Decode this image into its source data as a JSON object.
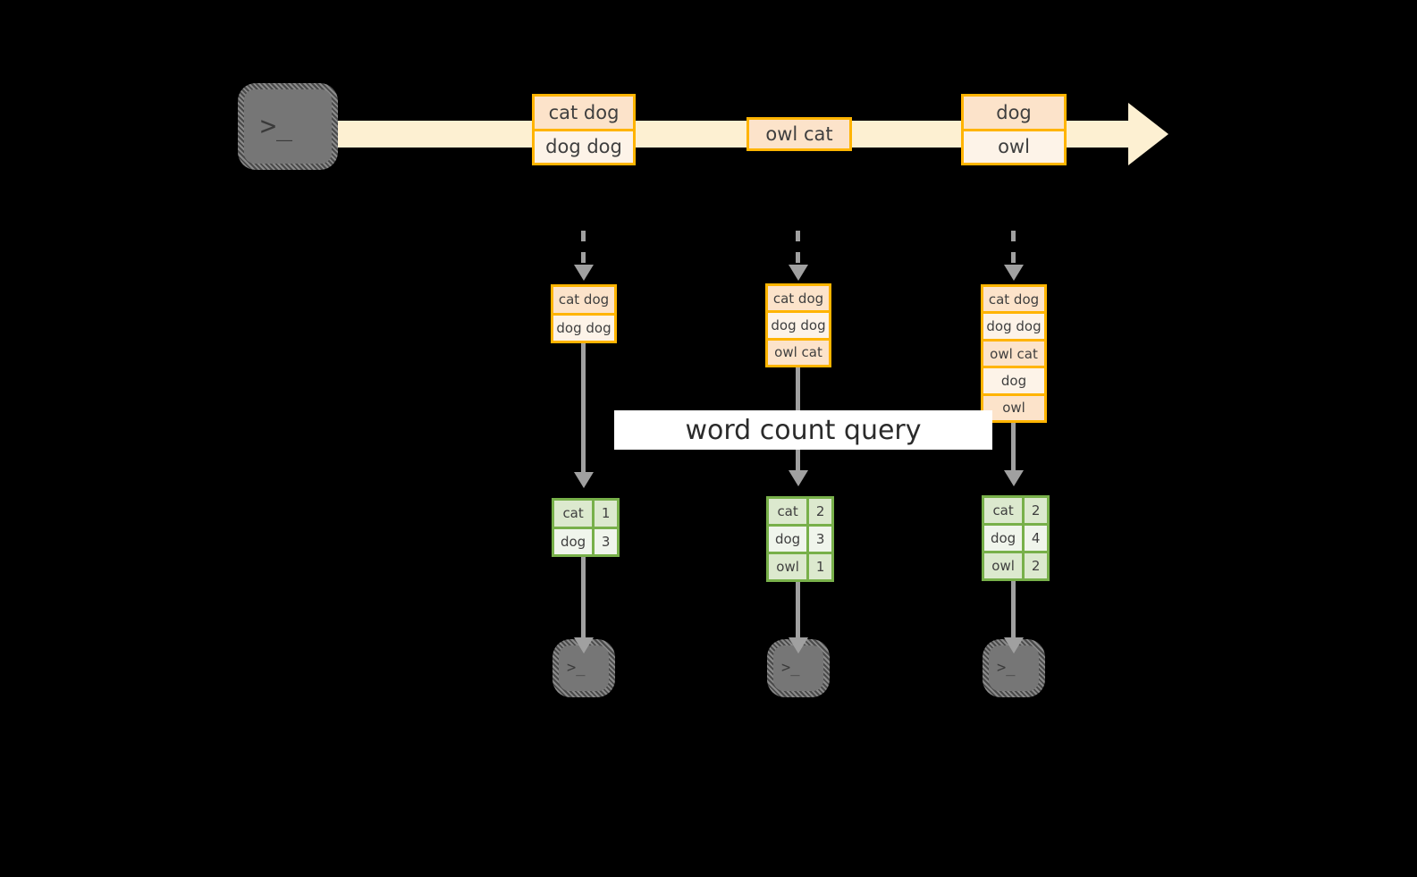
{
  "diagram": {
    "title_label": "word count query",
    "colors": {
      "background": "#000000",
      "stream_fill": "#fdf0d2",
      "event_border": "#ffb400",
      "event_fill_dark": "#fce3ca",
      "event_fill_light": "#fdf3e8",
      "result_border": "#78b04a",
      "result_fill_dark": "#dce9ce",
      "result_fill_light": "#f0f5ec",
      "arrow": "#a0a0a0",
      "terminal_fill": "#767676",
      "banner_fill": "#ffffff"
    },
    "terminal_glyph": ">_",
    "source": {
      "icon": "terminal-icon"
    },
    "stream_events": [
      {
        "id": "event-group-1",
        "lines": [
          "cat dog",
          "dog dog"
        ]
      },
      {
        "id": "event-group-2",
        "lines": [
          "owl cat"
        ]
      },
      {
        "id": "event-group-3",
        "lines": [
          "dog",
          "owl"
        ]
      }
    ],
    "snapshots": [
      {
        "id": "snapshot-1",
        "lines": [
          "cat dog",
          "dog dog"
        ]
      },
      {
        "id": "snapshot-2",
        "lines": [
          "cat dog",
          "dog dog",
          "owl cat"
        ]
      },
      {
        "id": "snapshot-3",
        "lines": [
          "cat dog",
          "dog dog",
          "owl cat",
          "dog",
          "owl"
        ]
      }
    ],
    "results": [
      {
        "id": "result-1",
        "rows": [
          [
            "cat",
            "1"
          ],
          [
            "dog",
            "3"
          ]
        ]
      },
      {
        "id": "result-2",
        "rows": [
          [
            "cat",
            "2"
          ],
          [
            "dog",
            "3"
          ],
          [
            "owl",
            "1"
          ]
        ]
      },
      {
        "id": "result-3",
        "rows": [
          [
            "cat",
            "2"
          ],
          [
            "dog",
            "4"
          ],
          [
            "owl",
            "2"
          ]
        ]
      }
    ],
    "sinks": [
      {
        "id": "sink-1",
        "icon": "terminal-icon"
      },
      {
        "id": "sink-2",
        "icon": "terminal-icon"
      },
      {
        "id": "sink-3",
        "icon": "terminal-icon"
      }
    ]
  }
}
